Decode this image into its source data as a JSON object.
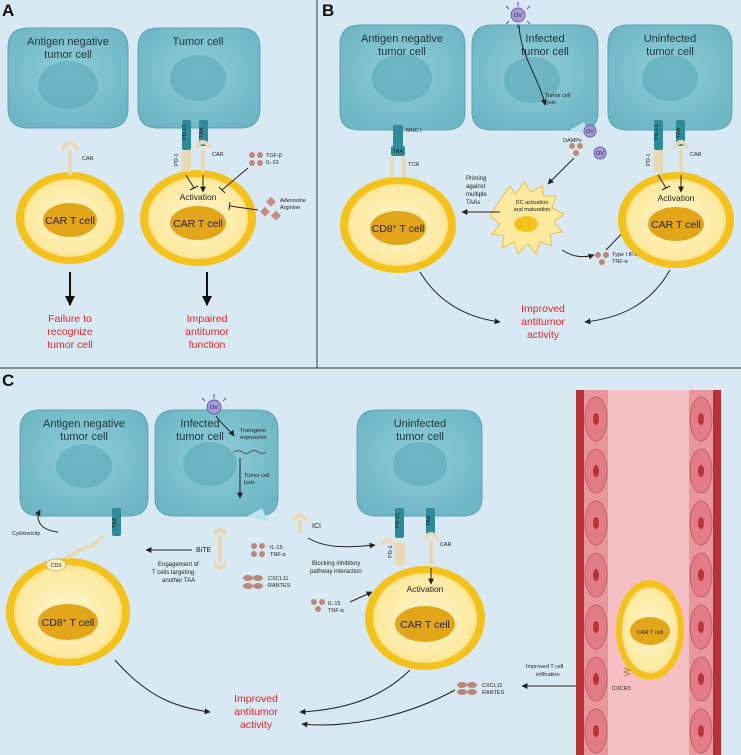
{
  "panels": {
    "a": "A",
    "b": "B",
    "c": "C"
  },
  "A": {
    "neg_cell": [
      "Antigen negative",
      "tumor cell"
    ],
    "tumor_cell": "Tumor cell",
    "car": "CAR",
    "car2": "CAR",
    "pdl1": "PD-L1",
    "taa": "TAA",
    "pd1": "PD-1",
    "tgf": [
      "TGF-β",
      "IL-10"
    ],
    "aden": [
      "Adenosine",
      "Arginine"
    ],
    "activation": "Activation",
    "cart1": "CAR T cell",
    "cart2": "CAR T cell",
    "fail": [
      "Failure to",
      "recognize",
      "tumor cell"
    ],
    "impaired": [
      "Impaired",
      "antitumor",
      "function"
    ]
  },
  "B": {
    "ov": "OV",
    "neg_cell": [
      "Antigen negative",
      "tumor cell"
    ],
    "infected": [
      "Infected",
      "tumor cell"
    ],
    "uninfected": [
      "Uninfected",
      "tumor cell"
    ],
    "lysis": [
      "Tumor cell",
      "lysis"
    ],
    "mhc": "MHC I",
    "taa": "TAA",
    "tcr": "TCR",
    "damps": "DAMPs",
    "ov2": "OV",
    "ov3": "OV",
    "priming": [
      "Priming",
      "against",
      "multiple",
      "TAAs"
    ],
    "dc": [
      "DC activation",
      "and maturation"
    ],
    "cd8": "CD8",
    "cd8_sup": "+",
    "cd8_tail": " T cell",
    "ifn": [
      "Type I IFNs",
      "TNF-α"
    ],
    "pdl1": "PD-L1",
    "taa2": "TAA",
    "pd1": "PD-1",
    "car": "CAR",
    "activation": "Activation",
    "cart": "CAR T cell",
    "improved": [
      "Improved",
      "antitumor",
      "activity"
    ]
  },
  "C": {
    "ov": "OV",
    "neg_cell": [
      "Antigen negative",
      "tumor cell"
    ],
    "infected": [
      "Infected",
      "tumor cell"
    ],
    "uninfected": [
      "Uninfected",
      "tumor cell"
    ],
    "transgene": [
      "Transgene",
      "expression"
    ],
    "lysis": [
      "Tumor cell",
      "lysis"
    ],
    "taa": "TAA",
    "cytotox": "Cytotoxicity",
    "cd3": "CD3",
    "bite": "BiTE",
    "engagement": [
      "Engagement of",
      "T cells targeting",
      "another TAA"
    ],
    "il15": [
      "IL-15",
      "TNF-α"
    ],
    "cxcl": [
      "CXCL11",
      "RANTES"
    ],
    "ici": "ICI",
    "blocking": [
      "Blocking inhibitory",
      "pathway interaction"
    ],
    "il15b": [
      "IL-15",
      "TNF-α"
    ],
    "pdl1": "PD-L1",
    "taa2": "TAA",
    "pd1": "PD-1",
    "car": "CAR",
    "activation": "Activation",
    "cart": "CAR T cell",
    "cd8": "CD8",
    "cd8_sup": "+",
    "cd8_tail": " T cell",
    "improved": [
      "Improved",
      "antitumor",
      "activity"
    ],
    "vessel_cart": "CAR T cell",
    "cxcr3": "CXCR3",
    "infiltration": [
      "Improved T cell",
      "infiltration"
    ],
    "cxcl_b": [
      "CXCL11",
      "RANTES"
    ]
  },
  "colors": {
    "background": "#d7e8f2",
    "tumor": "#7ec2cf",
    "tumor_stroke": "#5aa4b3",
    "tcell_outer": "#f4c21c",
    "tcell_inner": "#fdeba0",
    "nucleus": "#e3a51a",
    "red_text": "#e0262b",
    "vessel": "#f2b9be",
    "vessel_wall": "#b8323b"
  }
}
